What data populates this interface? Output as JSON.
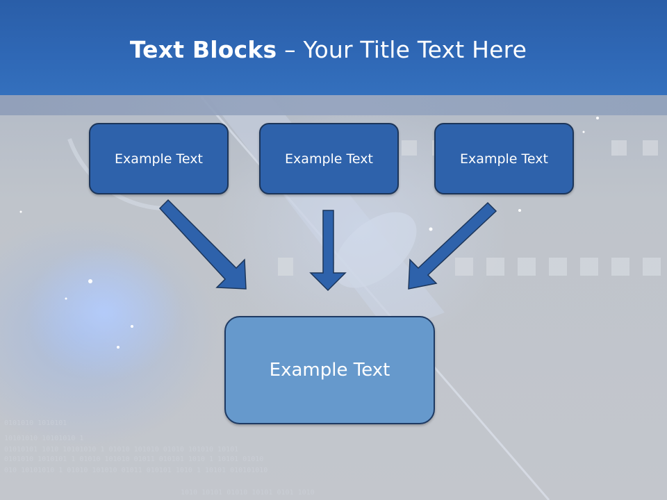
{
  "slide": {
    "title_bold": "Text Blocks",
    "title_dash": " – ",
    "title_rest": "Your Title Text Here"
  },
  "blocks": {
    "top": [
      {
        "label": "Example Text"
      },
      {
        "label": "Example Text"
      },
      {
        "label": "Example Text"
      }
    ],
    "bottom": {
      "label": "Example Text"
    }
  },
  "colors": {
    "header": "#2f68b6",
    "box_top": "#2e62ab",
    "box_bottom": "#6699cc",
    "arrow": "#2e62ab",
    "text": "#ffffff"
  }
}
